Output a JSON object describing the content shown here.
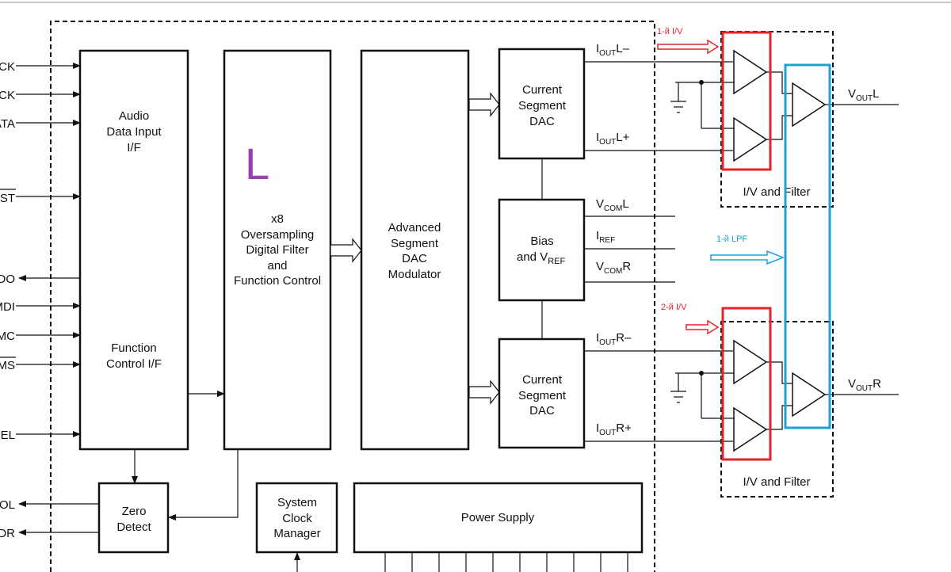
{
  "colors": {
    "line": "#111111",
    "red_annotation": "#e8222a",
    "blue_annotation": "#1aa3d9",
    "purple_mark": "#9b3fb5",
    "top_border": "#c8c8c8"
  },
  "inputs_left": [
    "CK",
    "CK",
    "ATA",
    "ST",
    "DO",
    "MDI",
    "MC",
    "MS",
    "EL",
    "OL",
    "DR"
  ],
  "blocks": {
    "audio_if": [
      "Audio",
      "Data Input",
      "I/F"
    ],
    "function_if": [
      "Function",
      "Control I/F"
    ],
    "oversampling": [
      "x8",
      "Oversampling",
      "Digital Filter",
      "and",
      "Function Control"
    ],
    "modulator": [
      "Advanced",
      "Segment",
      "DAC",
      "Modulator"
    ],
    "dac_top": [
      "Current",
      "Segment",
      "DAC"
    ],
    "bias": {
      "line1": "Bias",
      "line2_main": "and V",
      "line2_sub": "REF"
    },
    "dac_bottom": [
      "Current",
      "Segment",
      "DAC"
    ],
    "zero_detect": [
      "Zero",
      "Detect"
    ],
    "clock_manager": [
      "System",
      "Clock",
      "Manager"
    ],
    "power_supply": "Power Supply"
  },
  "purple_letter": "L",
  "signals": {
    "iout_l_minus": {
      "main": "I",
      "sub": "OUT",
      "suffix": "L–"
    },
    "iout_l_plus": {
      "main": "I",
      "sub": "OUT",
      "suffix": "L+"
    },
    "vcom_l": {
      "main": "V",
      "sub": "COM",
      "suffix": "L"
    },
    "iref": {
      "main": "I",
      "sub": "REF",
      "suffix": ""
    },
    "vcom_r": {
      "main": "V",
      "sub": "COM",
      "suffix": "R"
    },
    "iout_r_minus": {
      "main": "I",
      "sub": "OUT",
      "suffix": "R–"
    },
    "iout_r_plus": {
      "main": "I",
      "sub": "OUT",
      "suffix": "R+"
    },
    "vout_l": {
      "main": "V",
      "sub": "OUT",
      "suffix": "L"
    },
    "vout_r": {
      "main": "V",
      "sub": "OUT",
      "suffix": "R"
    }
  },
  "filter_labels": {
    "top": "I/V and Filter",
    "bottom": "I/V and Filter"
  },
  "annotations": {
    "first_iv": "1-й I/V",
    "second_iv": "2-й I/V",
    "first_lpf": "1-й LPF"
  }
}
